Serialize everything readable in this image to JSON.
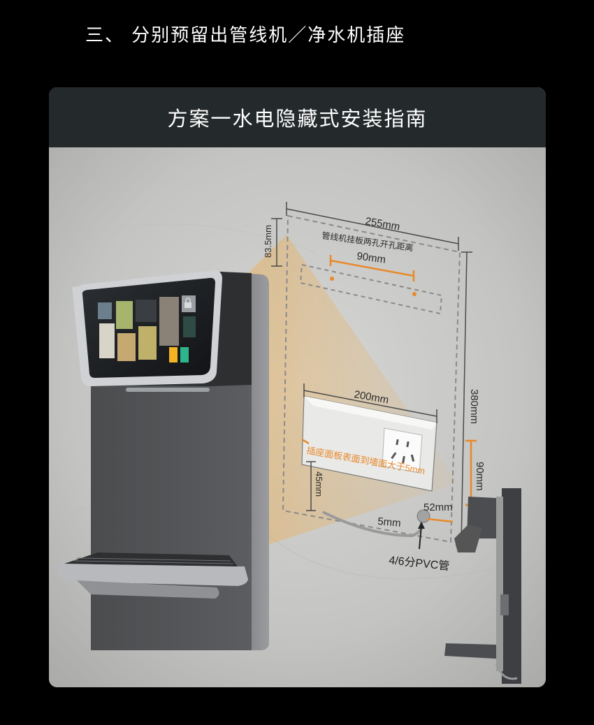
{
  "section_heading": "三、 分别预留出管线机／净水机插座",
  "card_title": "方案一水电隐藏式安装指南",
  "diagram": {
    "width_label": "255mm",
    "height_label": "380mm",
    "top_offset_label": "83.5mm",
    "hang_holes_note": "管线机挂板两孔开孔距离",
    "hole_spacing_label": "90mm",
    "socket_width_label": "200mm",
    "socket_height_label": "90mm",
    "socket_depth_label": "45mm",
    "panel_note": "插座面板表面到墙面大于5mm",
    "side_offset_label": "5mm",
    "pipe_offset_label": "52mm",
    "pipe_label": "4/6分PVC管"
  },
  "colors": {
    "accent_orange": "#e8892a",
    "header_bg": "#242a2c",
    "page_bg": "#000000"
  }
}
